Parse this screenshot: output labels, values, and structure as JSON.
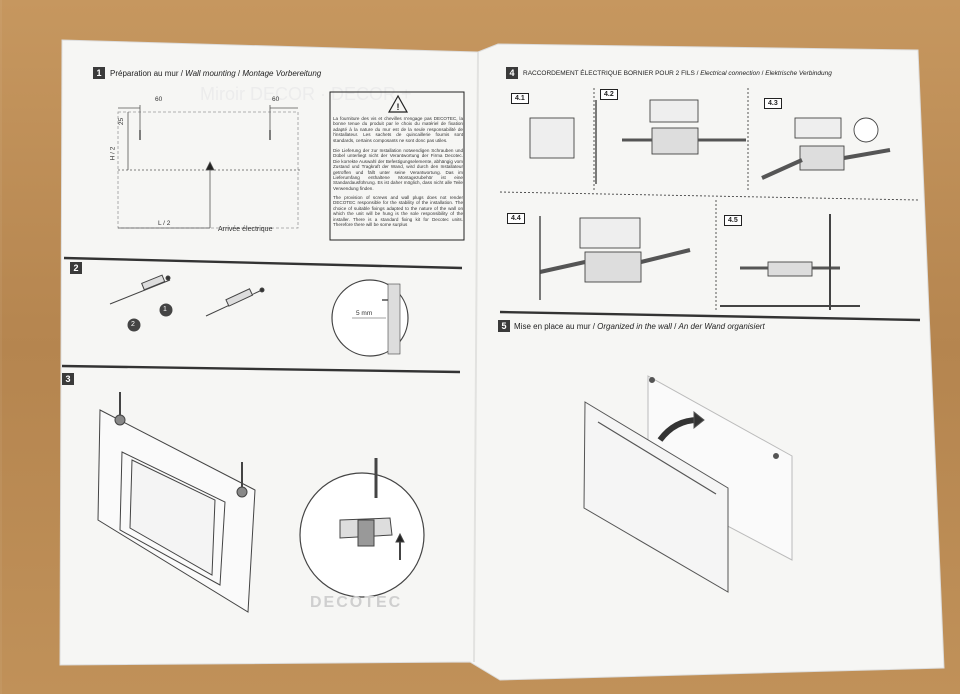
{
  "step1": {
    "number": "1",
    "title": "Préparation au mur",
    "title_en": "Wall mounting",
    "title_de": "Montage Vorbereitung",
    "dim_left": "60",
    "dim_right": "60",
    "dim_top": "25",
    "dim_h": "H / 2",
    "dim_l": "L / 2",
    "label_arrival": "Arrivée électrique"
  },
  "warning": {
    "fr": "La fourniture des vis et chevilles n'engage pas DECOTEC, la bonne tenue du produit par le choix du matériel de fixation adapté à la nature du mur est de la seule responsabilité de l'installateur. Les sachets de quincaillerie fournis sont standards, certains composants ne sont donc pas utiles.",
    "de": "Die Lieferung der zur Installation notwendigen Schrauben und Dübel unterliegt nicht der Verantwortung der Firma Decotec. Die korrekte Auswahl der Befestigungselemente, abhängig vom Zustand und Tragkraft der Wand, wird durch den Installateur getroffen und fällt unter seine Verantwortung. Das im Lieferumfang enthaltene Montagezubehör ist eine Standardausführung. Es ist daher möglich, dass nicht alle Teile Verwendung finden.",
    "en": "The provision of screws and wall plugs does not render DECOTEC responsible for the stability of the installation. The choice of suitable fixings adapted to the nature of the wall on which the unit will be hung is the sole responsibility of the installer. There is a standard fixing kit for Decotec units. Therefore there will be some surplus"
  },
  "step2": {
    "number": "2",
    "callout1": "1",
    "callout2": "2",
    "dim_5mm": "5 mm"
  },
  "step3": {
    "number": "3",
    "brand": "DECOTEC"
  },
  "step4": {
    "number": "4",
    "title": "RACCORDEMENT ÉLECTRIQUE BORNIER POUR 2 FILS",
    "title_en": "Electrical connection",
    "title_de": "Elektrische Verbindung",
    "sub1": "4.1",
    "sub2": "4.2",
    "sub3": "4.3",
    "sub4": "4.4",
    "sub5": "4.5"
  },
  "step5": {
    "number": "5",
    "title": "Mise en place au mur",
    "title_en": "Organized in the wall",
    "title_de": "An der Wand organisiert"
  },
  "colors": {
    "table": "#b98a55",
    "paper": "#f7f7f5",
    "ink": "#222222"
  }
}
